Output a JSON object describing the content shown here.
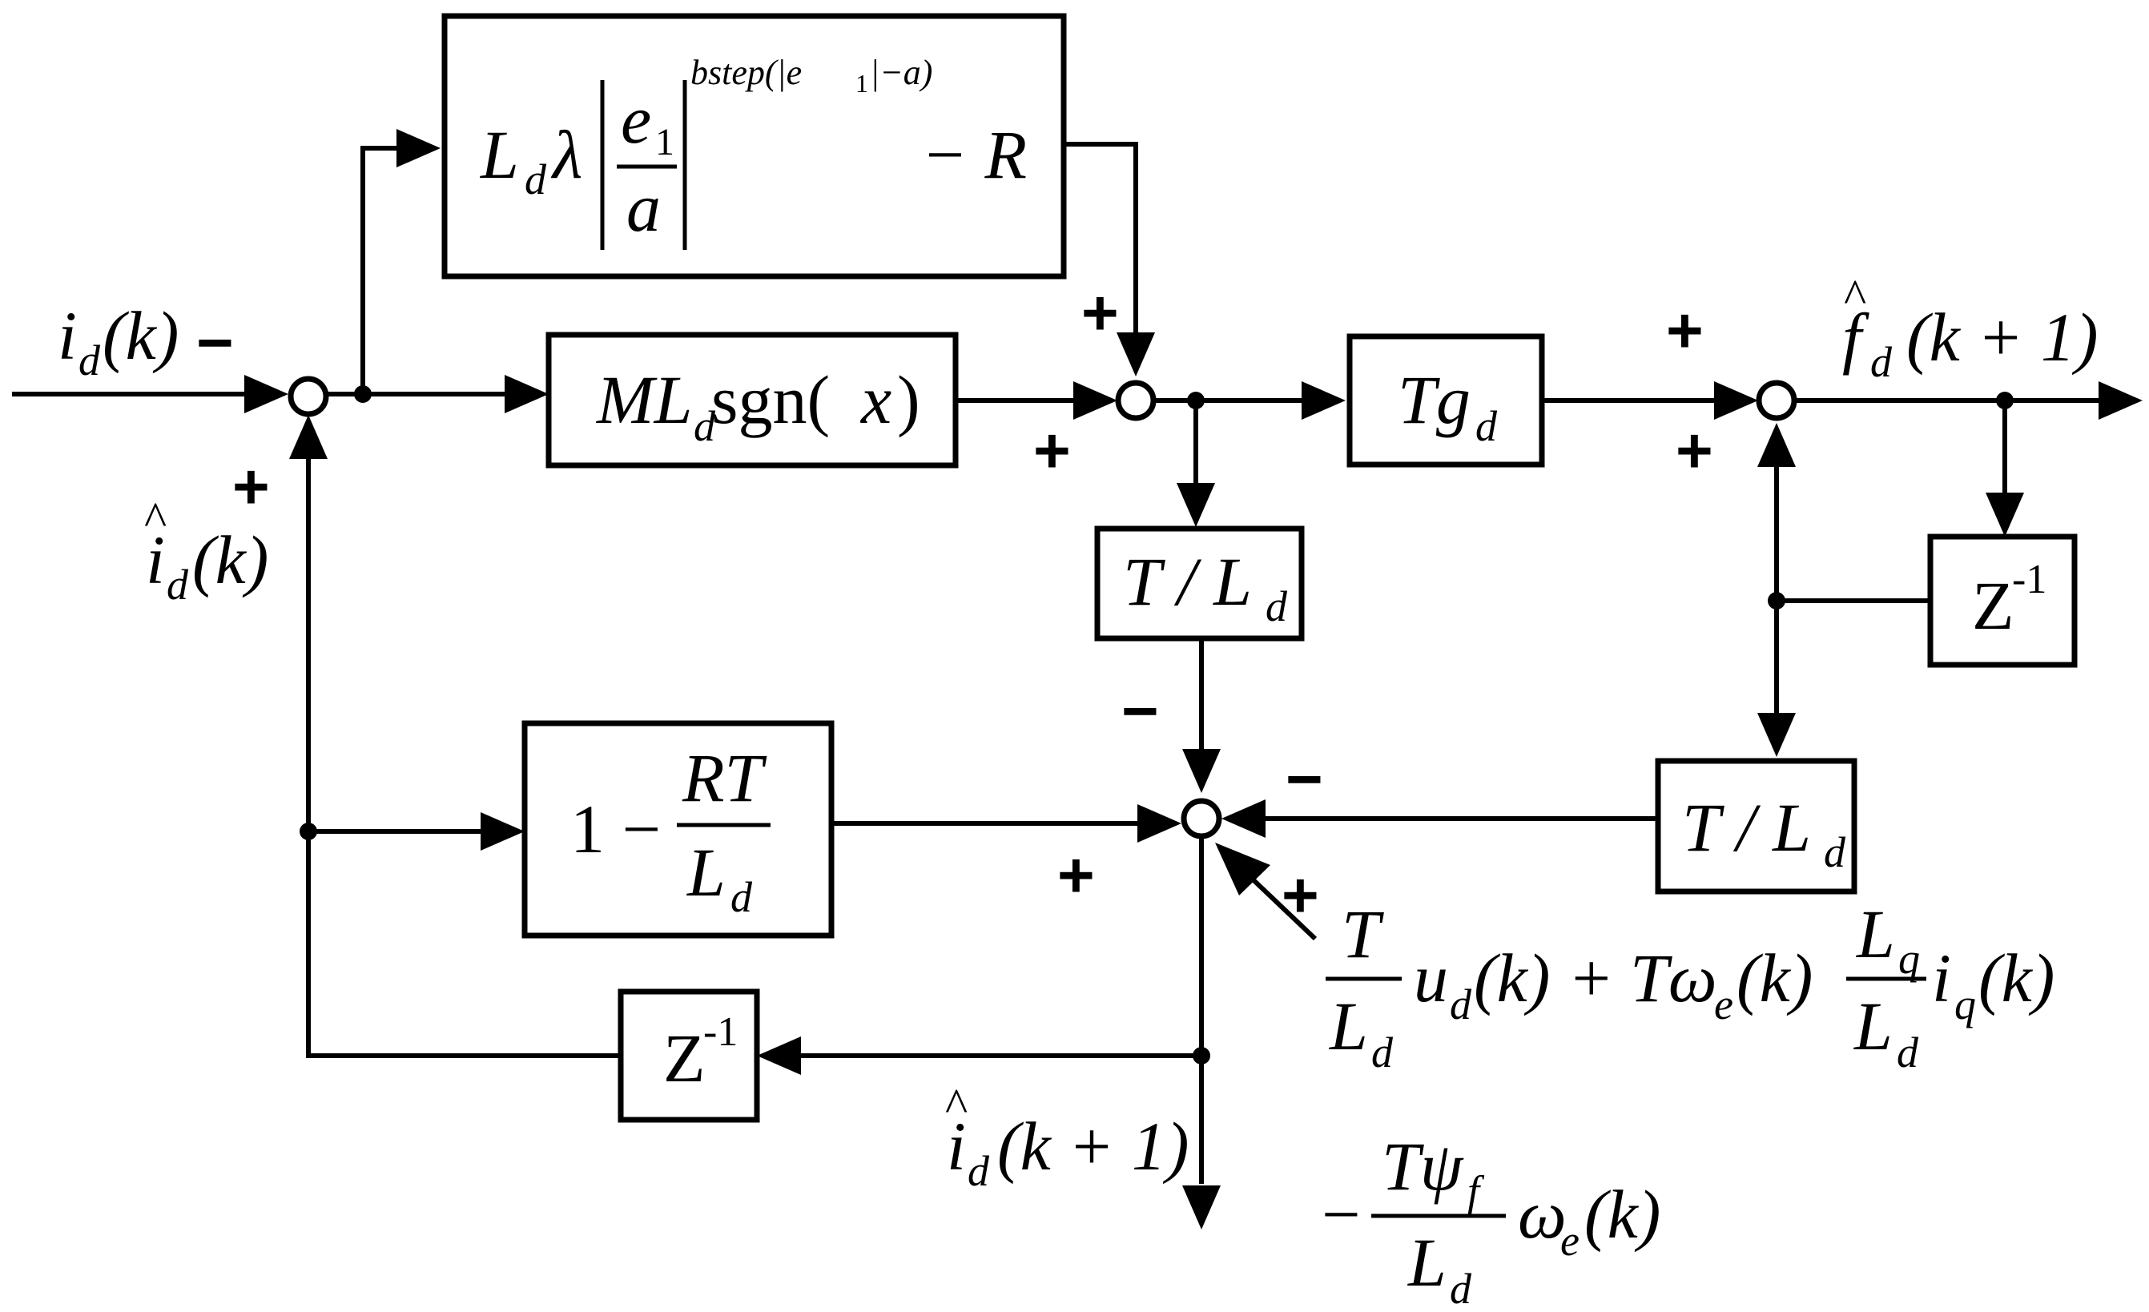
{
  "signs": {
    "id_in": "−",
    "id_hat_in": "+",
    "sum2_top": "+",
    "sum2_left": "+",
    "sum3_top": "+",
    "sum3_bottom": "+",
    "sum4_top": "−",
    "sum4_left": "+",
    "sum4_right": "−",
    "sum4_diag": "+"
  },
  "blocks": {
    "adaptive_gain": {
      "L": "L",
      "d": "d",
      "lambda": "λ",
      "e": "e",
      "one": "1",
      "a": "a",
      "exponent": "bstep(|e",
      "exponent_sub": "1",
      "exponent_tail": "|−a)",
      "minus_r": "− R"
    },
    "sign_block": {
      "M": "ML",
      "d": "d",
      "sgn": " sgn(",
      "x": "x",
      "close": ")"
    },
    "tg_block": {
      "T": "Tg",
      "d": "d"
    },
    "t_ld_mid": {
      "T": "T / L",
      "d": "d"
    },
    "t_ld_right": {
      "T": "T / L",
      "d": "d"
    },
    "z_inv_right": {
      "Z": "Z",
      "exp": "-1"
    },
    "z_inv_bottom": {
      "Z": "Z",
      "exp": "-1"
    },
    "one_minus": {
      "one": "1 −",
      "RT": "RT",
      "L": "L",
      "d": "d"
    }
  },
  "labels": {
    "id_k": {
      "i": "i",
      "d": "d",
      "arg": "(k)"
    },
    "id_hat_k": {
      "i": "i",
      "hat": "^",
      "d": "d",
      "arg": "(k)"
    },
    "fd_hat": {
      "f": "f",
      "hat": "^",
      "d": "d",
      "arg": "(k + 1)"
    },
    "id_hat_k1": {
      "i": "i",
      "hat": "^",
      "d": "d",
      "arg": "(k + 1)"
    },
    "disturbance": {
      "T": "T",
      "L": "L",
      "d": "d",
      "u": "u",
      "u_sub": "d",
      "arg1": "(k) + ",
      "Tw": "Tω",
      "w_sub": "e",
      "arg2": "(k)",
      "Lq": "L",
      "q": "q",
      "Ld": "L",
      "d2": "d",
      "iq": "i",
      "iq_sub": "q",
      "arg3": "(k)",
      "minus": "−",
      "Tpsi": "Tψ",
      "f": "f",
      "L3": "L",
      "d3": "d",
      "w2": "ω",
      "e2": "e",
      "arg4": "(k)"
    }
  }
}
